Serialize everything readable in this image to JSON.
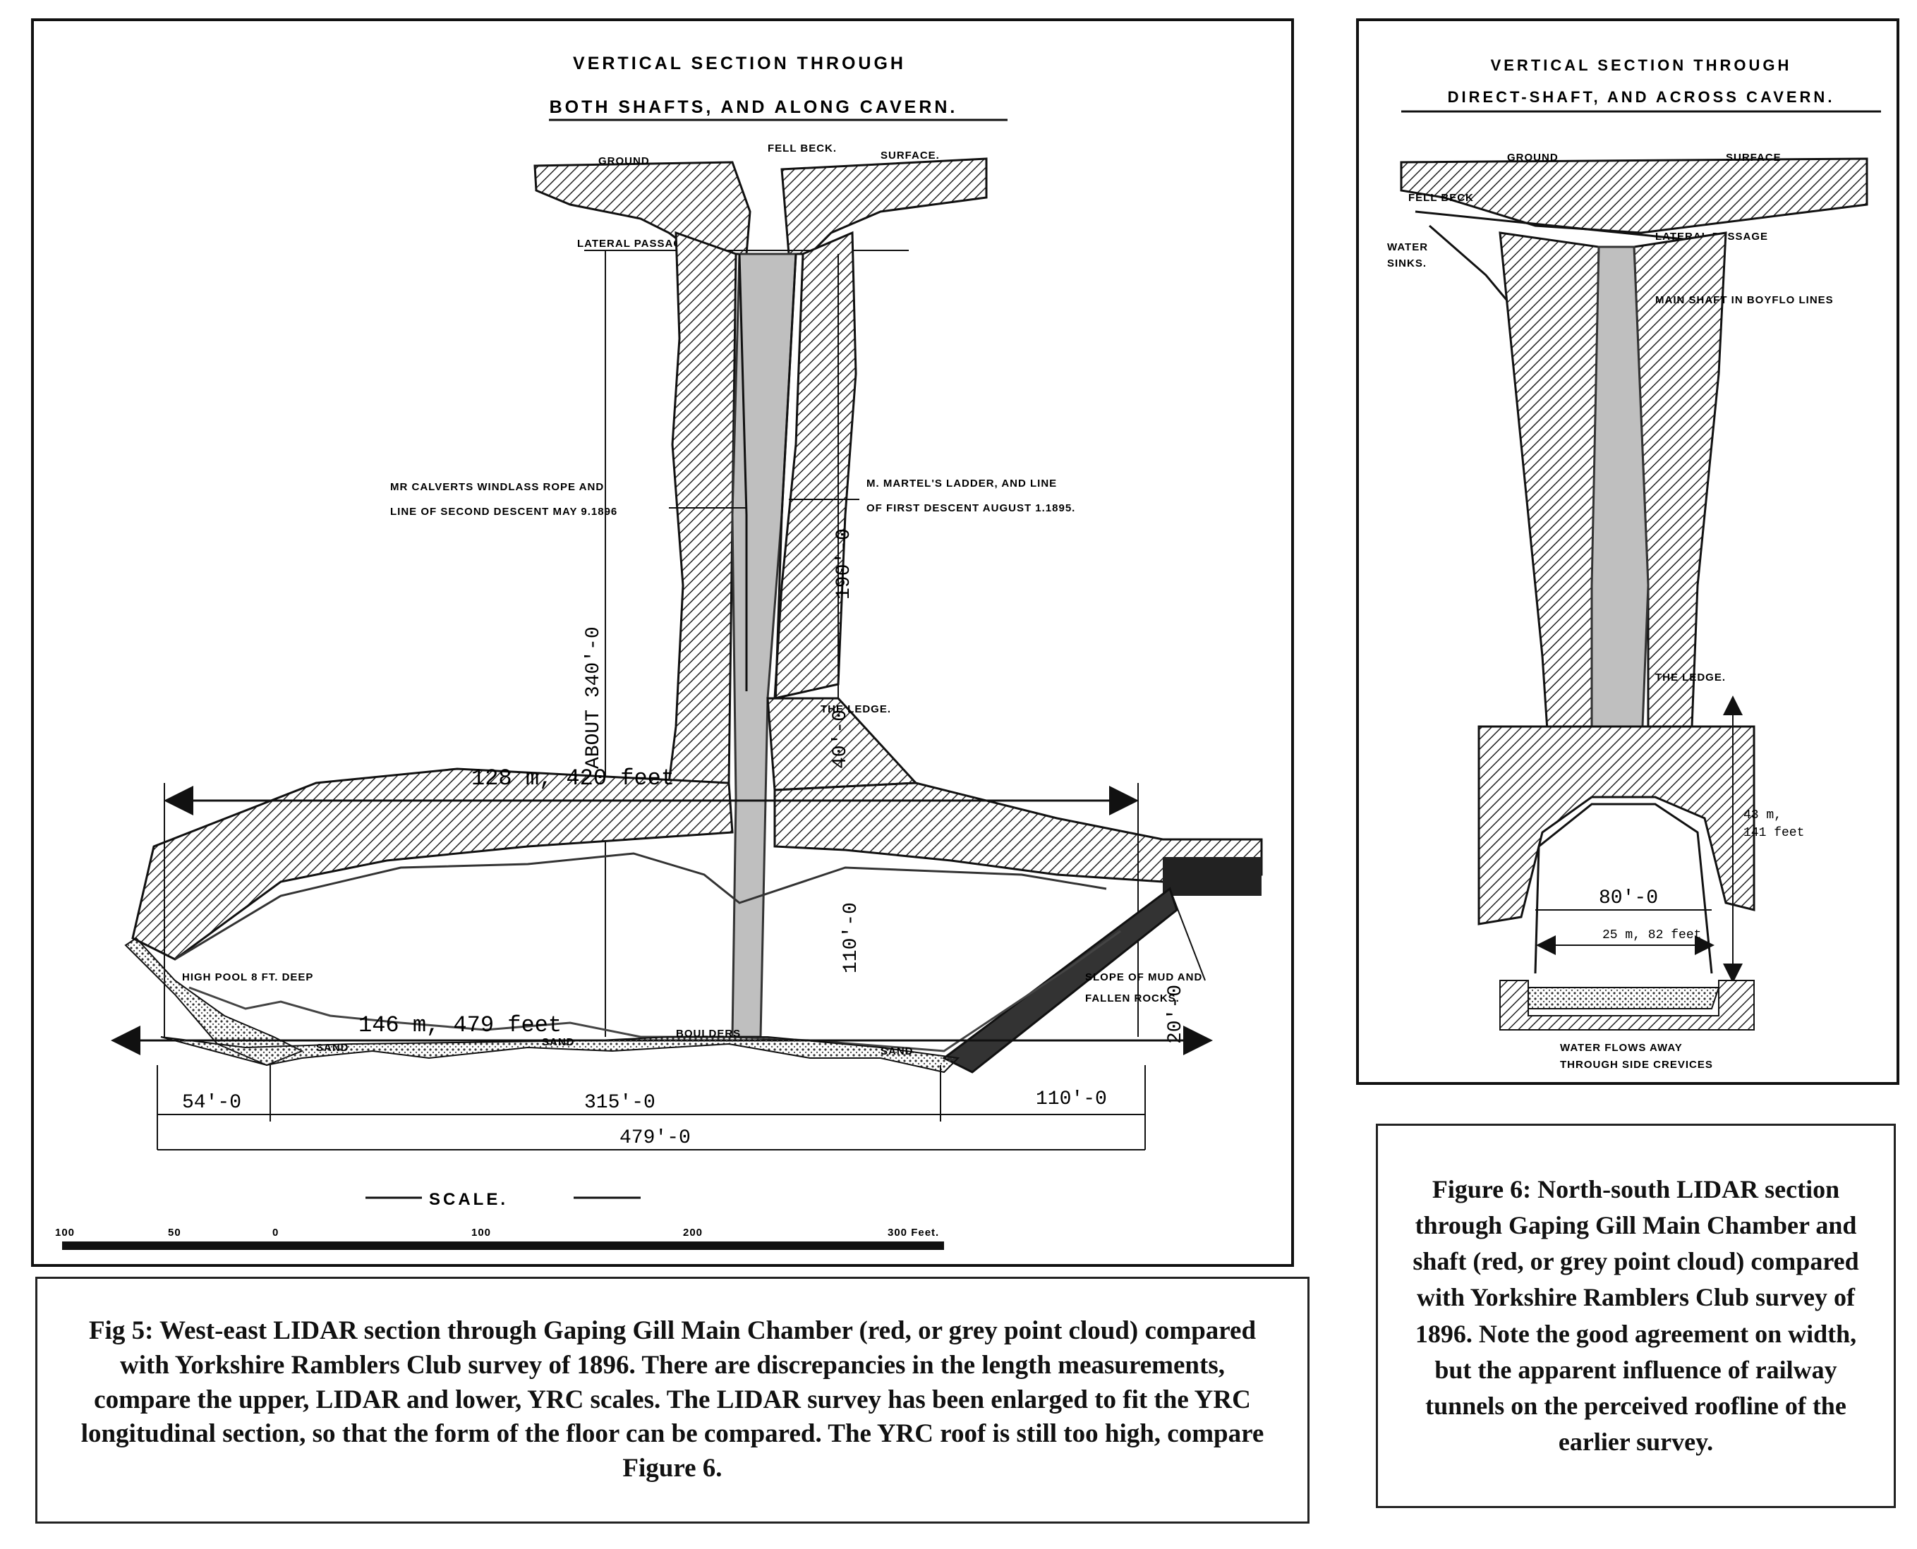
{
  "fig5": {
    "title_line1": "VERTICAL SECTION THROUGH",
    "title_line2": "BOTH SHAFTS, AND ALONG CAVERN.",
    "label_ground": "GROUND",
    "label_fell_beck": "FELL BECK.",
    "label_surface": "SURFACE.",
    "label_lateral_passage": "LATERAL PASSAGE",
    "label_calvert_1": "MR CALVERTS WINDLASS ROPE AND",
    "label_calvert_2": "LINE OF SECOND DESCENT MAY 9.1896",
    "label_martel_1": "M. MARTEL'S LADDER, AND LINE",
    "label_martel_2": "OF FIRST DESCENT AUGUST 1.1895.",
    "label_about_340": "ABOUT 340'-0",
    "label_190": "190'-0",
    "label_ledge": "THE LEDGE.",
    "label_40": "40'-0",
    "label_110": "110'-0",
    "label_lidar_upper": "128 m, 420 feet",
    "label_lidar_lower": "146 m, 479 feet",
    "label_slope_1": "SLOPE OF MUD AND",
    "label_slope_2": "FALLEN ROCKS.",
    "label_high_pool": "HIGH POOL 8 FT. DEEP",
    "label_20": "20'-0",
    "label_boulders": "BOULDERS",
    "label_sand_1": "SAND",
    "label_sand_2": "SAND",
    "label_sand_3": "SAND",
    "dim_54": "54'-0",
    "dim_315": "315'-0",
    "dim_110": "110'-0",
    "dim_479": "479'-0",
    "scale_title": "SCALE.",
    "scale_t0": "100",
    "scale_t1": "50",
    "scale_t2": "0",
    "scale_t3": "100",
    "scale_t4": "200",
    "scale_t5": "300 Feet."
  },
  "fig6": {
    "title_line1": "VERTICAL SECTION THROUGH",
    "title_line2": "DIRECT-SHAFT, AND ACROSS CAVERN.",
    "label_ground": "GROUND",
    "label_surface": "SURFACE",
    "label_fell_beck": "FELL BECK",
    "label_lateral": "LATERAL PASSAGE",
    "label_water_1": "WATER",
    "label_water_2": "SINKS.",
    "label_main_shaft": "MAIN SHAFT IN BOYFLO LINES",
    "label_ledge": "THE LEDGE.",
    "label_43m_1": "43 m,",
    "label_43m_2": "141 feet",
    "label_80": "80'-0",
    "label_25m": "25 m, 82 feet",
    "label_water_flows_1": "WATER FLOWS AWAY",
    "label_water_flows_2": "THROUGH SIDE CREVICES"
  },
  "captions": {
    "fig5": "Fig 5: West-east LIDAR section through Gaping Gill Main Chamber (red, or grey point cloud) compared with Yorkshire Ramblers Club survey of 1896.   There are discrepancies in the length measurements, compare the upper, LIDAR and lower, YRC scales.   The LIDAR survey has been enlarged to fit the YRC longitudinal section, so that the form of the floor can be compared.  The YRC roof is still too high, compare Figure 6.",
    "fig6": "Figure 6: North-south LIDAR section through Gaping Gill Main Chamber and shaft (red, or grey point cloud) compared with Yorkshire Ramblers Club survey of 1896.   Note the good agreement on width, but the apparent influence of railway tunnels on the perceived roofline of the earlier survey."
  }
}
